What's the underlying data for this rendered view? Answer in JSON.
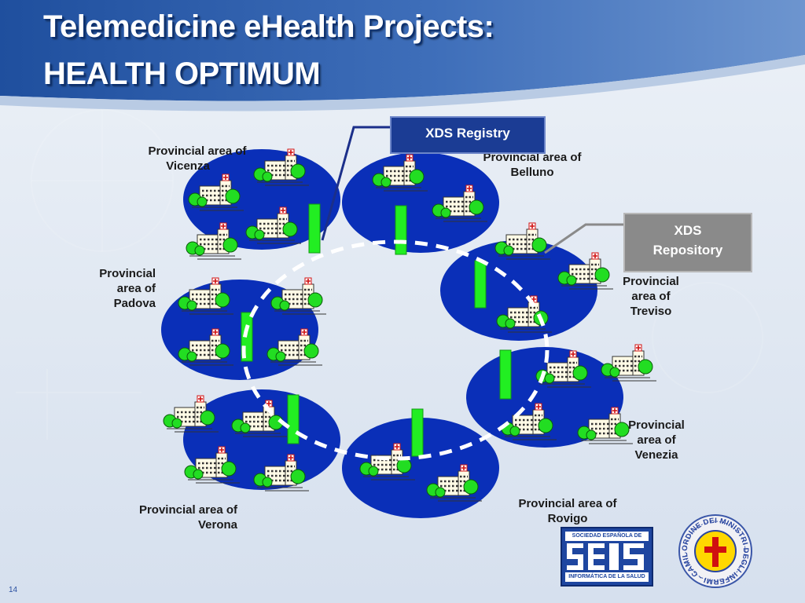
{
  "title": {
    "line1": "Telemedicine eHealth Projects:",
    "line2": "HEALTH  OPTIMUM"
  },
  "diagram": {
    "xds_registry": "XDS Registry",
    "xds_repository": [
      "XDS",
      "Repository"
    ],
    "areas": [
      {
        "id": "vicenza",
        "label": [
          "Provincial area of",
          "Vicenza"
        ]
      },
      {
        "id": "belluno",
        "label": [
          "Provincial area of",
          "Belluno"
        ]
      },
      {
        "id": "padova",
        "label": [
          "Provincial",
          "area of",
          "Padova"
        ]
      },
      {
        "id": "treviso",
        "label": [
          "Provincial",
          "area of",
          "Treviso"
        ]
      },
      {
        "id": "venezia",
        "label": [
          "Provincial",
          "area of",
          "Venezia"
        ]
      },
      {
        "id": "rovigo",
        "label": [
          "Provincial area of",
          "Rovigo"
        ]
      },
      {
        "id": "verona",
        "label": [
          "Provincial area of",
          "Verona"
        ]
      }
    ]
  },
  "logos": {
    "seis": {
      "top_text": "SOCIEDAD  ESPAÑOLA  DE",
      "bottom_text": "INFORMÁTICA DE LA SALUD"
    },
    "camilliani": {
      "text": "ORDINE DEI MINISTRI DEGLI INFERMI - CAMILLIANI -"
    }
  },
  "page_number": "14",
  "colors": {
    "header_blue": "#2f5aa8",
    "area_blue": "#0a2fb8",
    "connector_green": "#22ee22",
    "registry_blue": "#1b3c94",
    "repository_gray": "#8a8a8a"
  }
}
